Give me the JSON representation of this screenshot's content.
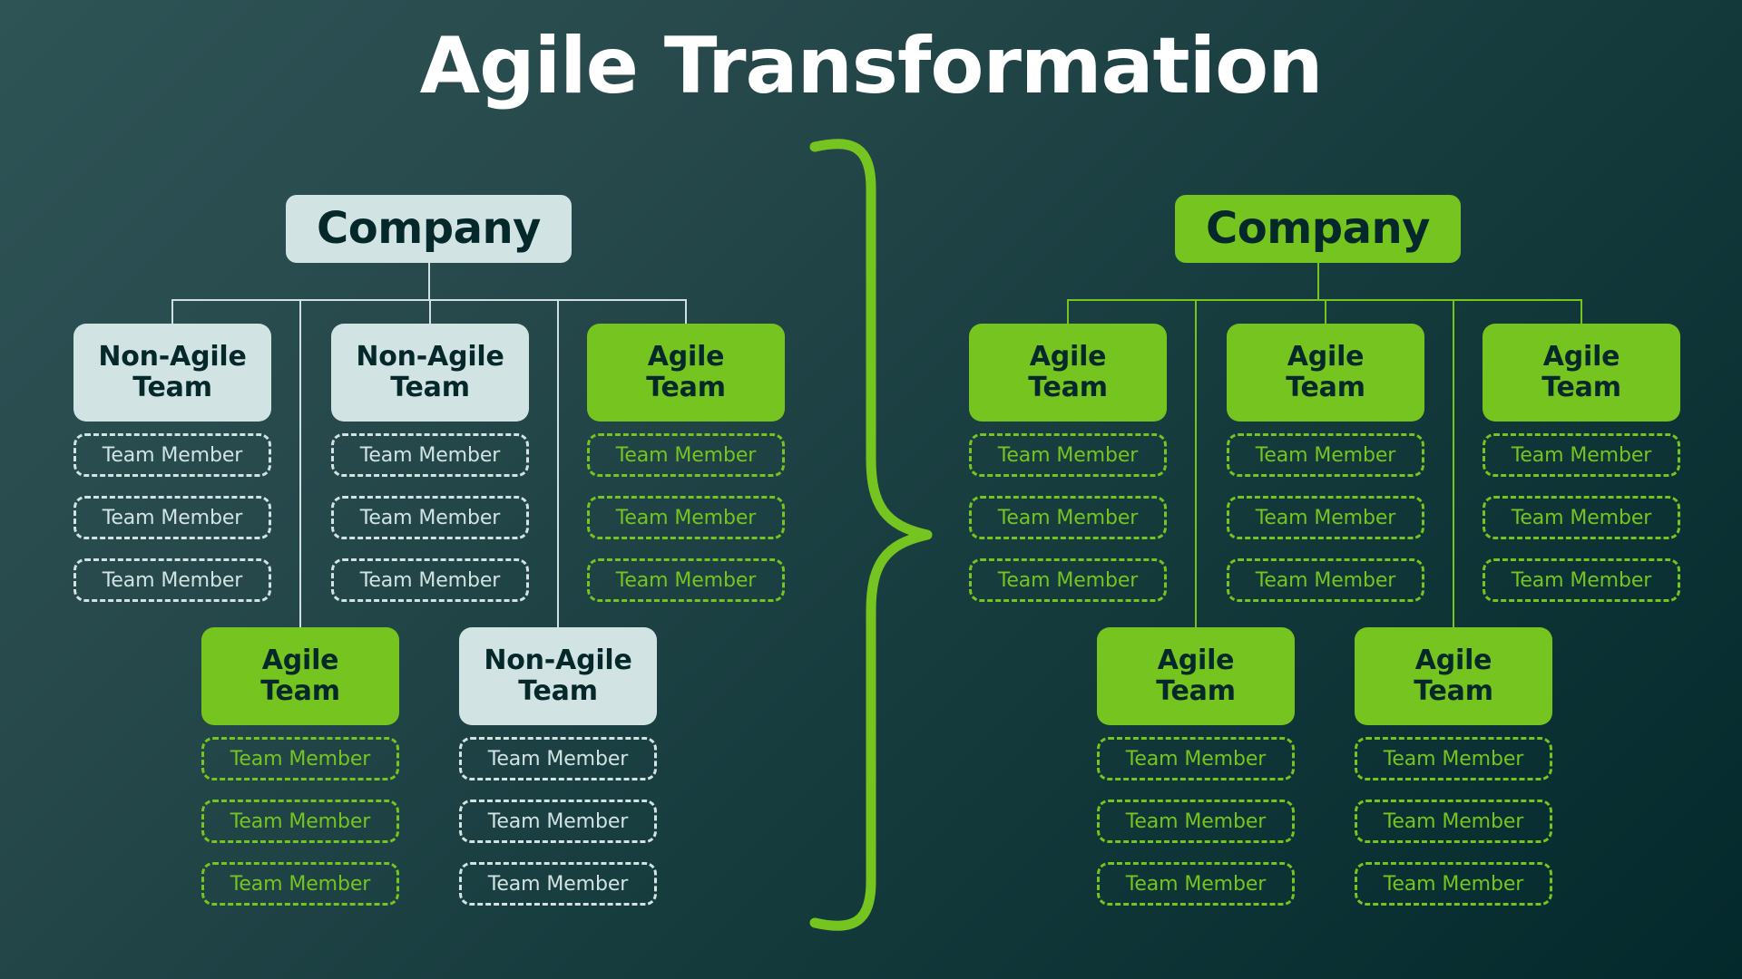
{
  "page": {
    "title": "Agile Transformation",
    "background_top": "#2e5456",
    "background_bottom": "#04292c"
  },
  "colors": {
    "green": "#76c41f",
    "light": "#d2e3e4",
    "dark_text": "#05282b"
  },
  "labels": {
    "company": "Company",
    "agile_team": "Agile\nTeam",
    "non_agile_team": "Non-Agile\nTeam",
    "team_member": "Team Member"
  },
  "divider": {
    "icon": "curly-brace-icon",
    "color": "#76c41f"
  },
  "before": {
    "root": {
      "label": "Company",
      "style": "light"
    },
    "row1": [
      {
        "label": "Non-Agile\nTeam",
        "style": "light",
        "members": [
          "Team Member",
          "Team Member",
          "Team Member"
        ],
        "member_style": "light"
      },
      {
        "label": "Non-Agile\nTeam",
        "style": "light",
        "members": [
          "Team Member",
          "Team Member",
          "Team Member"
        ],
        "member_style": "light"
      },
      {
        "label": "Agile\nTeam",
        "style": "green",
        "members": [
          "Team Member",
          "Team Member",
          "Team Member"
        ],
        "member_style": "green"
      }
    ],
    "row2": [
      {
        "label": "Agile\nTeam",
        "style": "green",
        "members": [
          "Team Member",
          "Team Member",
          "Team Member"
        ],
        "member_style": "green"
      },
      {
        "label": "Non-Agile\nTeam",
        "style": "light",
        "members": [
          "Team Member",
          "Team Member",
          "Team Member"
        ],
        "member_style": "light"
      }
    ]
  },
  "after": {
    "root": {
      "label": "Company",
      "style": "green"
    },
    "row1": [
      {
        "label": "Agile\nTeam",
        "style": "green",
        "members": [
          "Team Member",
          "Team Member",
          "Team Member"
        ],
        "member_style": "green"
      },
      {
        "label": "Agile\nTeam",
        "style": "green",
        "members": [
          "Team Member",
          "Team Member",
          "Team Member"
        ],
        "member_style": "green"
      },
      {
        "label": "Agile\nTeam",
        "style": "green",
        "members": [
          "Team Member",
          "Team Member",
          "Team Member"
        ],
        "member_style": "green"
      }
    ],
    "row2": [
      {
        "label": "Agile\nTeam",
        "style": "green",
        "members": [
          "Team Member",
          "Team Member",
          "Team Member"
        ],
        "member_style": "green"
      },
      {
        "label": "Agile\nTeam",
        "style": "green",
        "members": [
          "Team Member",
          "Team Member",
          "Team Member"
        ],
        "member_style": "green"
      }
    ]
  }
}
